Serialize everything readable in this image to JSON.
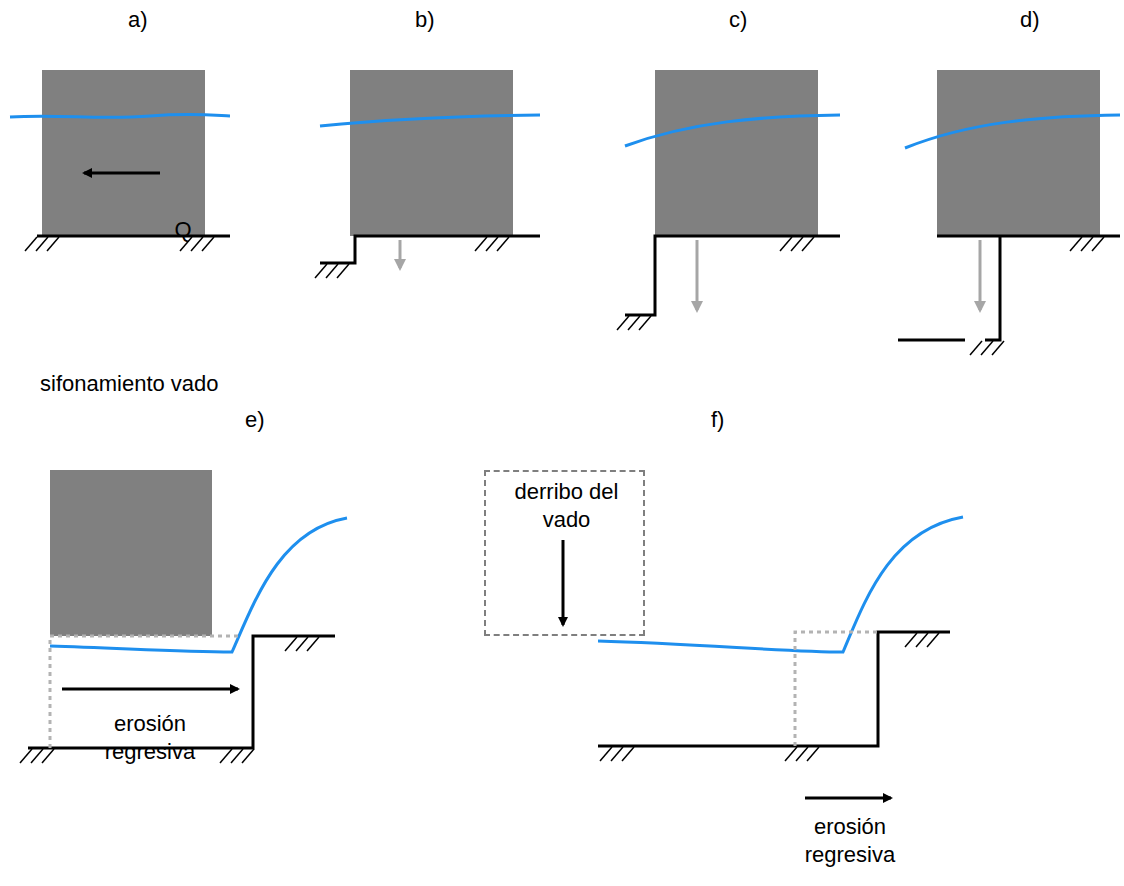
{
  "diagram": {
    "nodes": [
      {
        "text": [
          "Q"
        ]
      },
      {
        "text": [
          "derribo del vado"
        ]
      }
    ],
    "labels": [
      "a)",
      "b)",
      "c)",
      "d)",
      "sifonamiento vado",
      "e)",
      "f)",
      "erosión regresiva",
      "erosión regresiva"
    ]
  }
}
